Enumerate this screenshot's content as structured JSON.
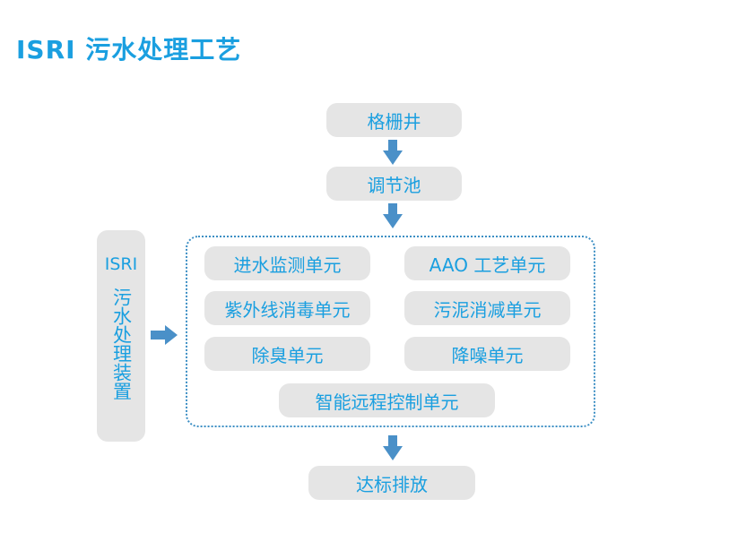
{
  "title": "ISRI 污水处理工艺",
  "flow": {
    "top_steps": [
      "格栅井",
      "调节池"
    ],
    "side_label_top": "ISRI",
    "side_label_vertical": "污水处理装置",
    "units": [
      "进水监测单元",
      "AAO 工艺单元",
      "紫外线消毒单元",
      "污泥消减单元",
      "除臭单元",
      "降噪单元",
      "智能远程控制单元"
    ],
    "bottom_step": "达标排放"
  },
  "colors": {
    "text": "#1a9fe0",
    "box_fill": "#e5e5e5",
    "arrow": "#4a90c8",
    "frame": "#3d8fc4"
  }
}
